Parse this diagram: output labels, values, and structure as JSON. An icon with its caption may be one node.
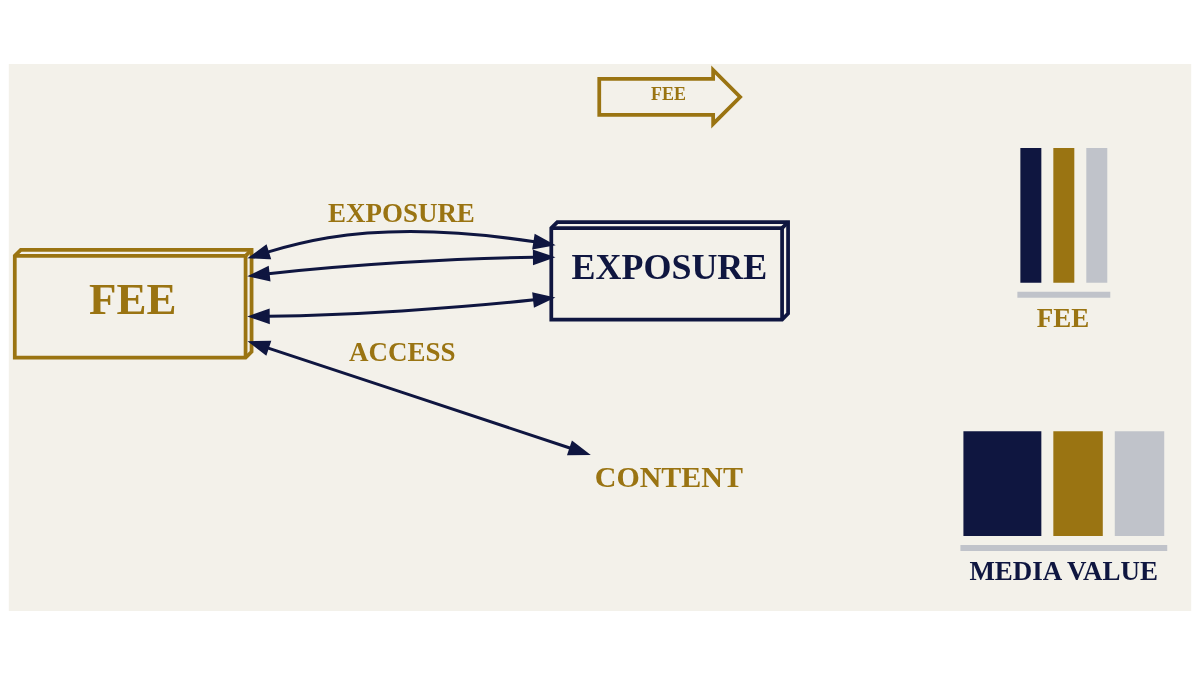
{
  "diagram": {
    "nodes": [
      {
        "text": [
          "FEE"
        ]
      },
      {
        "text": [
          "FEE"
        ]
      },
      {
        "text": [
          "EXPOSURE"
        ]
      },
      {
        "text": [
          "CONTENT"
        ]
      }
    ],
    "edges": [
      {
        "from": 0,
        "to": 2,
        "arrow": "both",
        "label": "EXPOSURE"
      },
      {
        "from": 0,
        "to": 2,
        "arrow": "both"
      },
      {
        "from": 0,
        "to": 2,
        "arrow": "both"
      },
      {
        "from": 0,
        "to": 3,
        "arrow": "both",
        "label": "ACCESS"
      }
    ],
    "labels": [
      "MEDIA VALUE",
      "FEE"
    ]
  }
}
